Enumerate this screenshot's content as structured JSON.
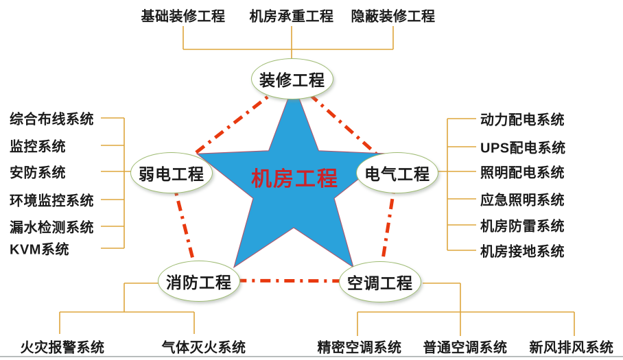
{
  "center": {
    "label": "机房工程"
  },
  "branches": {
    "zhuangxiu": {
      "label": "装修工程",
      "items": [
        "基础装修工程",
        "机房承重工程",
        "隐蔽装修工程"
      ]
    },
    "ruodian": {
      "label": "弱电工程",
      "items": [
        "综合布线系统",
        "监控系统",
        "安防系统",
        "环境监控系统",
        "漏水检测系统",
        "KVM系统"
      ]
    },
    "dianqi": {
      "label": "电气工程",
      "items": [
        "动力配电系统",
        "UPS配电系统",
        "照明配电系统",
        "应急照明系统",
        "机房防雷系统",
        "机房接地系统"
      ]
    },
    "xiaofang": {
      "label": "消防工程",
      "items": [
        "火灾报警系统",
        "气体灭火系统"
      ]
    },
    "kongtiao": {
      "label": "空调工程",
      "items": [
        "精密空调系统",
        "普通空调系统",
        "新风排风系统"
      ]
    }
  },
  "colors": {
    "star_fill": "#2AA2DB",
    "star_stroke": "#AA5A70",
    "center_text": "#CC2328",
    "pentagon_dash": "#E8390F",
    "connector": "#DDA53B",
    "ellipse_border": "#9EBB72",
    "label_text": "#1A1A1A",
    "baseline_grey": "#B8BCBC"
  }
}
